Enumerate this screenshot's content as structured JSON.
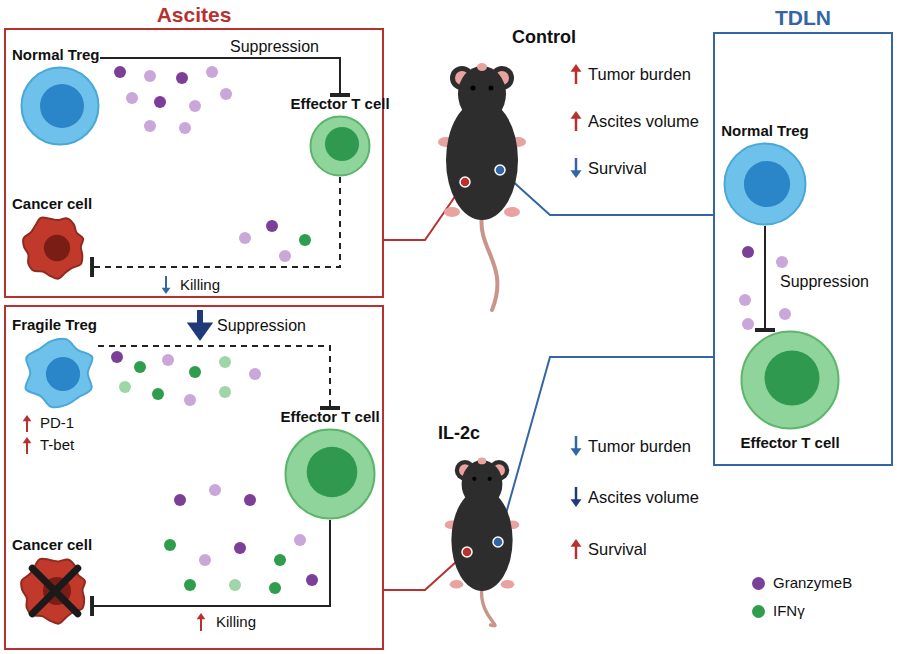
{
  "diagram": {
    "nodes": [
      {
        "text": [
          "Ascites"
        ]
      },
      {
        "text": [
          "Normal Treg"
        ],
        "in": 0
      },
      {
        "text": [
          "Effector T cell"
        ],
        "in": 0
      },
      {
        "text": [
          "Cancer cell"
        ],
        "in": 0
      },
      {
        "text": [
          "Fragile Treg",
          "PD-1",
          "T-bet"
        ]
      },
      {
        "text": [
          "Effector T cell"
        ]
      },
      {
        "text": [
          "Cancer cell"
        ]
      },
      {
        "text": [
          "TDLN"
        ]
      },
      {
        "text": [
          "Normal Treg"
        ],
        "in": 7
      },
      {
        "text": [
          "Effector T cell"
        ],
        "in": 7
      }
    ],
    "edges": [
      {
        "from": 1,
        "to": 2,
        "label": "Suppression",
        "arrow": "to"
      },
      {
        "from": 2,
        "to": 3,
        "label": "Killing",
        "arrow": "to"
      },
      {
        "from": 4,
        "to": 5,
        "label": "Suppression",
        "arrow": "to"
      },
      {
        "from": 5,
        "to": 6,
        "label": "Killing",
        "arrow": "to"
      },
      {
        "from": 8,
        "to": 9,
        "label": "Suppression",
        "arrow": "to"
      }
    ],
    "labels": [
      "Control",
      "Tumor burden",
      "Ascites volume",
      "Survival",
      "IL-2c",
      "Tumor burden",
      "Ascites volume",
      "Survival"
    ],
    "legend": [
      {
        "text": "GranzymeB",
        "color": "#7b3f98"
      },
      {
        "text": "IFNγ",
        "color": "#2e9e4e"
      }
    ]
  }
}
